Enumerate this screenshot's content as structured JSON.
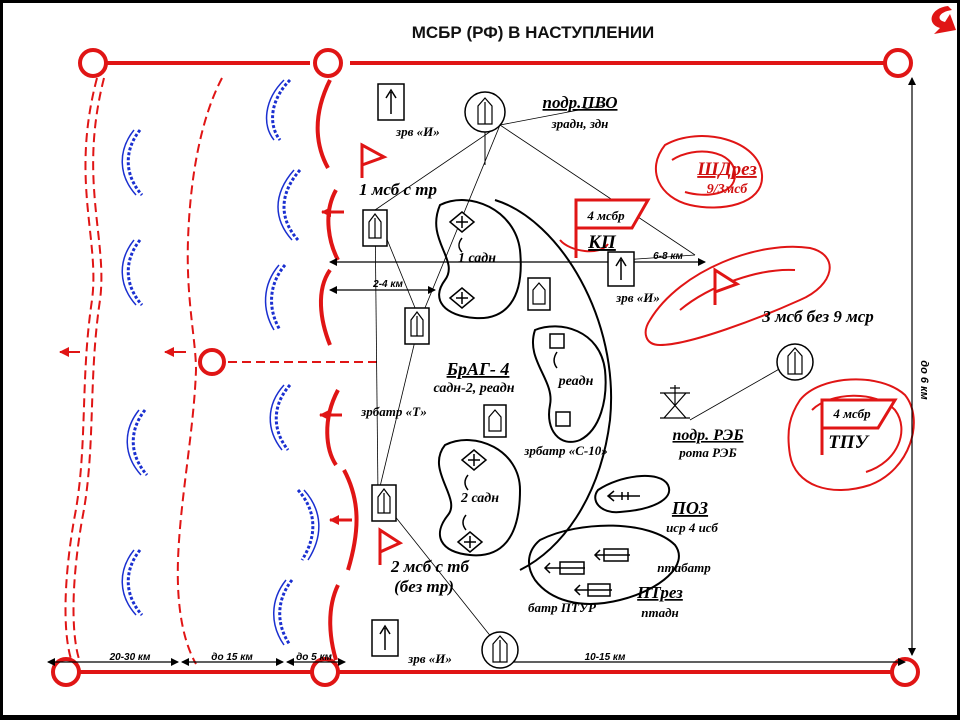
{
  "title": "МСБР  (РФ) В НАСТУПЛЕНИИ",
  "labels": {
    "zrv_top": "зрв «И»",
    "zrv_right": "зрв «И»",
    "zrv_bottom": "зрв «И»",
    "pvo": "подр.ПВО",
    "pvo_sub": "зрадн, здн",
    "shdrez": "ШДрез",
    "shdrez_sub": "9/3мсб",
    "msb1": "1 мсб с тр",
    "kp_flag": "4 мсбр",
    "kp": "КП",
    "sadn1": "1 садн",
    "msb3": "3 мсб без 9 мср",
    "brag": "БрАГ- 4",
    "brag_sub": "садн-2, реадн",
    "readn": "реадн",
    "zrbatr_t": "зрбатр «Т»",
    "zrbatr_s10": "зрбатр «С-10»",
    "reb": "подр. РЭБ",
    "reb_sub": "рота РЭБ",
    "tpu_flag": "4 мсбр",
    "tpu": "ТПУ",
    "sadn2": "2 садн",
    "poz": "ПОЗ",
    "poz_sub": "иср 4 исб",
    "msb2": "2 мсб с тб",
    "msb2_sub": "(без тр)",
    "ptabatr": "птабатр",
    "pt_rez": "ПТрез",
    "pt_rez_sub": "птадн",
    "batr_ptur": "батр ПТУР"
  },
  "dimensions": {
    "d_6_8": "6-8 км",
    "d_2_4": "2-4 км",
    "depth": "до 6 км",
    "b_20_30": "20-30 км",
    "b_15": "до 15 км",
    "b_5": "до 5 км",
    "b_10_15": "10-15 км"
  },
  "colors": {
    "red": "#e01515",
    "blue": "#1a2fd0",
    "black": "#000000",
    "background": "#ffffff"
  },
  "icons": [
    "return-arrow-icon"
  ]
}
